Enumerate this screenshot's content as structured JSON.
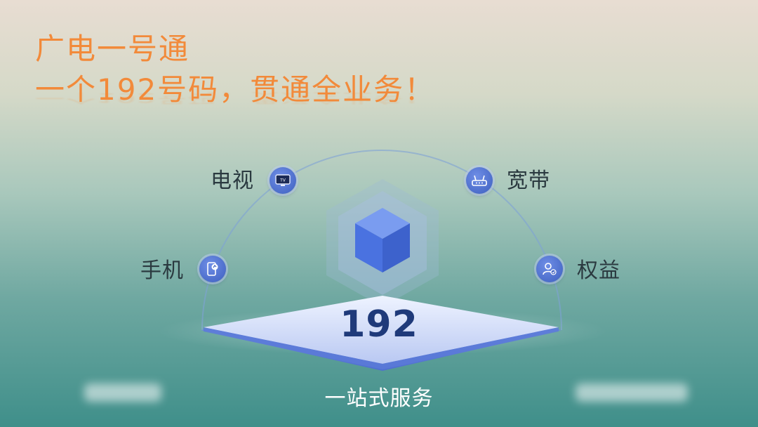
{
  "headline": {
    "line1": "广电一号通",
    "line2": "一个192号码，贯通全业务！"
  },
  "diagram": {
    "center_number": "192",
    "bottom_label": "一站式服务",
    "nodes": [
      {
        "label": "电视",
        "icon": "tv-icon"
      },
      {
        "label": "宽带",
        "icon": "router-icon"
      },
      {
        "label": "手机",
        "icon": "phone-icon"
      },
      {
        "label": "权益",
        "icon": "user-badge-icon"
      }
    ]
  },
  "colors": {
    "headline": "#f28a3a",
    "node_icon": "#4a6ad0",
    "center_number": "#1f3a7a",
    "cube": "#4a72e0"
  }
}
